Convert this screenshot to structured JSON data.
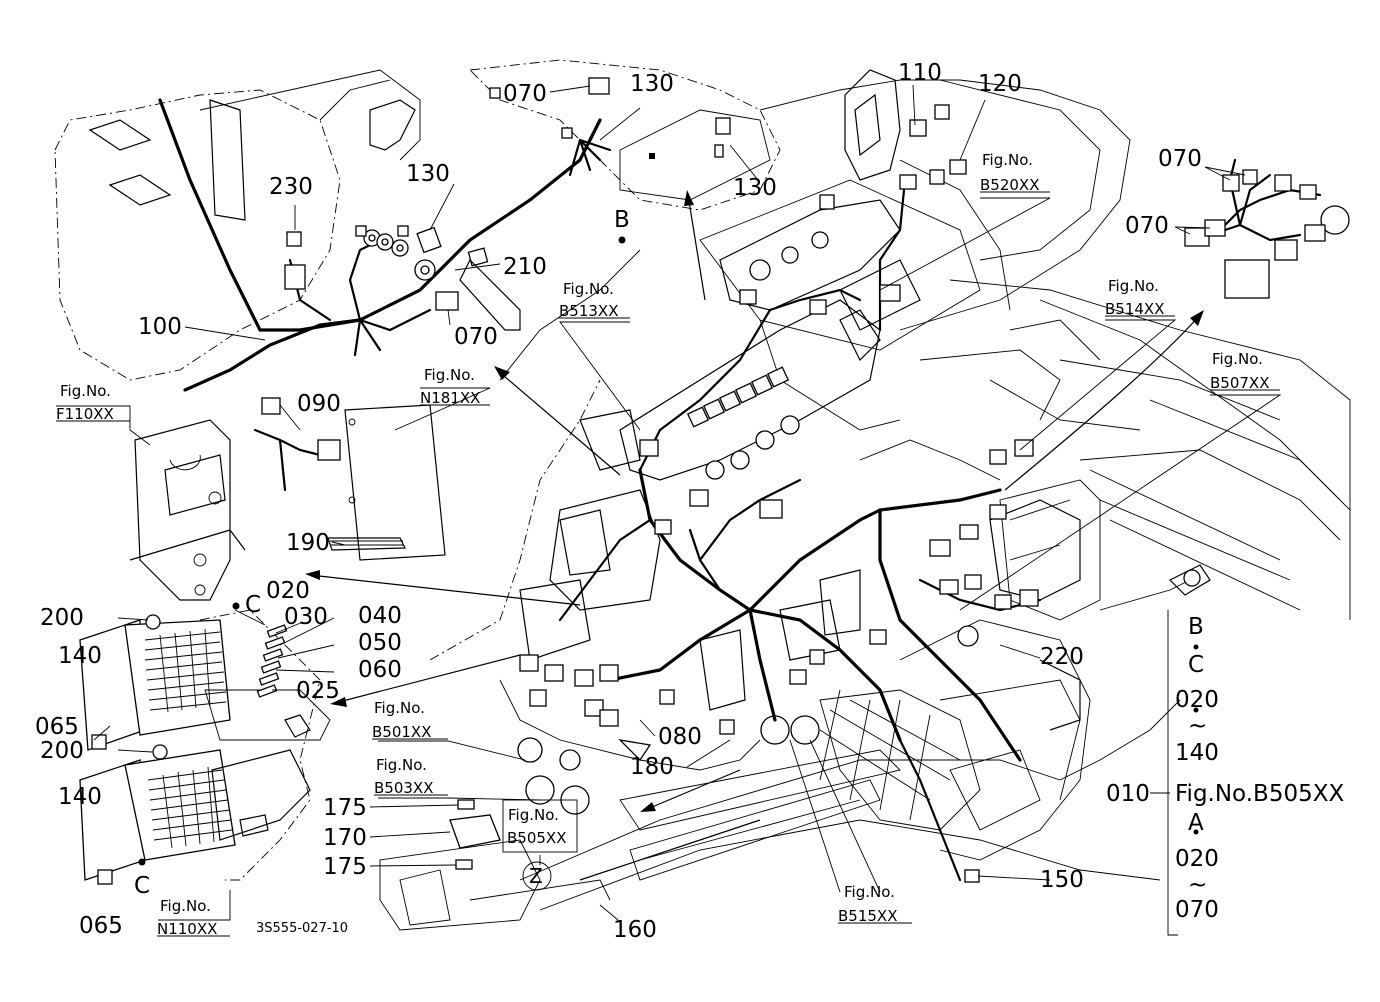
{
  "drawing_code": "3S555-027-10",
  "callouts": [
    {
      "id": "c070a",
      "text": "070"
    },
    {
      "id": "c130a",
      "text": "130"
    },
    {
      "id": "c130b",
      "text": "130"
    },
    {
      "id": "c130c",
      "text": "130"
    },
    {
      "id": "c230",
      "text": "230"
    },
    {
      "id": "c210",
      "text": "210"
    },
    {
      "id": "c070b",
      "text": "070"
    },
    {
      "id": "c100",
      "text": "100"
    },
    {
      "id": "c090",
      "text": "090"
    },
    {
      "id": "c190",
      "text": "190"
    },
    {
      "id": "c110",
      "text": "110"
    },
    {
      "id": "c120",
      "text": "120"
    },
    {
      "id": "c070c",
      "text": "070"
    },
    {
      "id": "c070d",
      "text": "070"
    },
    {
      "id": "c020",
      "text": "020"
    },
    {
      "id": "c030",
      "text": "030"
    },
    {
      "id": "c040",
      "text": "040"
    },
    {
      "id": "c050",
      "text": "050"
    },
    {
      "id": "c060",
      "text": "060"
    },
    {
      "id": "c025",
      "text": "025"
    },
    {
      "id": "c200a",
      "text": "200"
    },
    {
      "id": "c140a",
      "text": "140"
    },
    {
      "id": "c065a",
      "text": "065"
    },
    {
      "id": "c200b",
      "text": "200"
    },
    {
      "id": "c140b",
      "text": "140"
    },
    {
      "id": "c065b",
      "text": "065"
    },
    {
      "id": "c080",
      "text": "080"
    },
    {
      "id": "c180",
      "text": "180"
    },
    {
      "id": "c175a",
      "text": "175"
    },
    {
      "id": "c170",
      "text": "170"
    },
    {
      "id": "c175b",
      "text": "175"
    },
    {
      "id": "c160",
      "text": "160"
    },
    {
      "id": "c150",
      "text": "150"
    },
    {
      "id": "c220",
      "text": "220"
    },
    {
      "id": "c010",
      "text": "010"
    }
  ],
  "letters": {
    "B_top": "B",
    "C_top": "C",
    "C_bottom": "C",
    "Z": "Z"
  },
  "fig_refs": [
    {
      "id": "f110",
      "line1": "Fig.No.",
      "line2": "F110XX"
    },
    {
      "id": "n181",
      "line1": "Fig.No.",
      "line2": "N181XX"
    },
    {
      "id": "b513",
      "line1": "Fig.No.",
      "line2": "B513XX"
    },
    {
      "id": "b520",
      "line1": "Fig.No.",
      "line2": "B520XX"
    },
    {
      "id": "b514",
      "line1": "Fig.No.",
      "line2": "B514XX"
    },
    {
      "id": "b507",
      "line1": "Fig.No.",
      "line2": "B507XX"
    },
    {
      "id": "b501",
      "line1": "Fig.No.",
      "line2": "B501XX"
    },
    {
      "id": "b503",
      "line1": "Fig.No.",
      "line2": "B503XX"
    },
    {
      "id": "b505",
      "line1": "Fig.No.",
      "line2": "B505XX"
    },
    {
      "id": "b515",
      "line1": "Fig.No.",
      "line2": "B515XX"
    },
    {
      "id": "n110",
      "line1": "Fig.No.",
      "line2": "N110XX"
    }
  ],
  "legend": {
    "b": "B",
    "c": "C",
    "n020a": "020",
    "tilde1": "~",
    "n140": "140",
    "fig": "Fig.No.B505XX",
    "a": "A",
    "n020b": "020",
    "tilde2": "~",
    "n070": "070"
  }
}
